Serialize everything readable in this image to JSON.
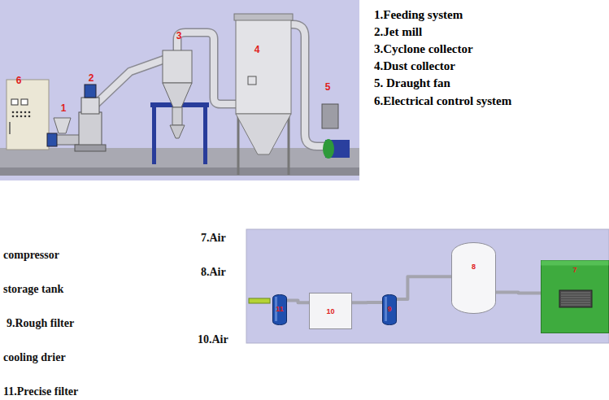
{
  "diagram": {
    "nodes": [
      {
        "text": [
          "11"
        ]
      },
      {
        "text": [
          "10"
        ]
      },
      {
        "text": [
          "9"
        ]
      },
      {
        "text": [
          "8"
        ]
      },
      {
        "text": [
          "7"
        ]
      }
    ],
    "edges": [
      {
        "from": 0,
        "to": 1,
        "arrow": "none"
      },
      {
        "from": 1,
        "to": 2,
        "arrow": "none"
      },
      {
        "from": 2,
        "to": 3,
        "arrow": "none"
      },
      {
        "from": 3,
        "to": 4,
        "arrow": "none"
      }
    ],
    "labels": [
      "6",
      "1",
      "2",
      "3",
      "4",
      "5",
      "1.Feeding system",
      "2.Jet mill",
      "3.Cyclone collector",
      "4.Dust collector",
      "5. Draught fan",
      "6.Electrical control system",
      "7.Air",
      "compressor",
      "8.Air",
      "storage tank",
      "9.Rough filter",
      "10.Air",
      "cooling drier",
      "11.Precise filter"
    ]
  }
}
